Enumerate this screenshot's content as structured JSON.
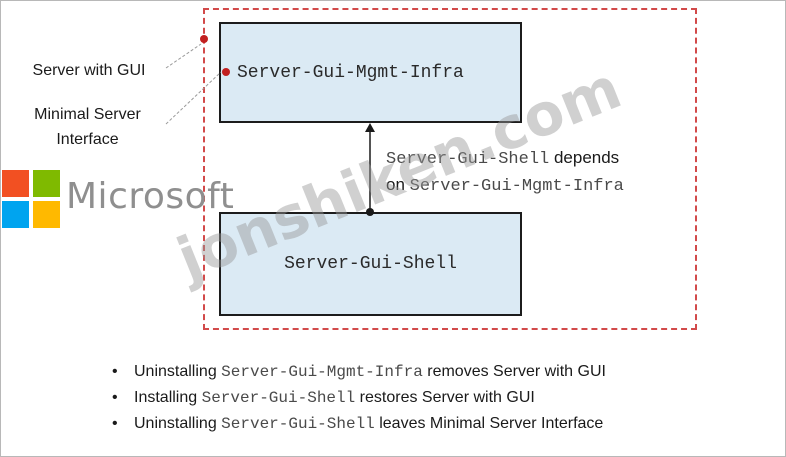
{
  "labels": {
    "server_with_gui": "Server with GUI",
    "minimal_line1": "Minimal Server",
    "minimal_line2": "Interface"
  },
  "boxes": {
    "top": "Server-Gui-Mgmt-Infra",
    "bottom": "Server-Gui-Shell"
  },
  "dependency": {
    "line1_code": "Server-Gui-Shell",
    "line1_text": " depends",
    "line2_text": "on ",
    "line2_code": "Server-Gui-Mgmt-Infra"
  },
  "logo": {
    "text": "Microsoft",
    "colors": [
      "#f25022",
      "#7fba00",
      "#00a4ef",
      "#ffb900"
    ]
  },
  "bullets": [
    {
      "pre": "Uninstalling ",
      "code": "Server-Gui-Mgmt-Infra",
      "post": " removes Server with GUI"
    },
    {
      "pre": "Installing ",
      "code": "Server-Gui-Shell",
      "post": " restores Server with GUI"
    },
    {
      "pre": "Uninstalling ",
      "code": "Server-Gui-Shell",
      "post": " leaves Minimal Server Interface"
    }
  ],
  "watermark": "jonshiken.com",
  "colors": {
    "box_fill": "#dbeaf4",
    "dashed_border": "#d24a4a",
    "dot": "#c21f1f"
  }
}
